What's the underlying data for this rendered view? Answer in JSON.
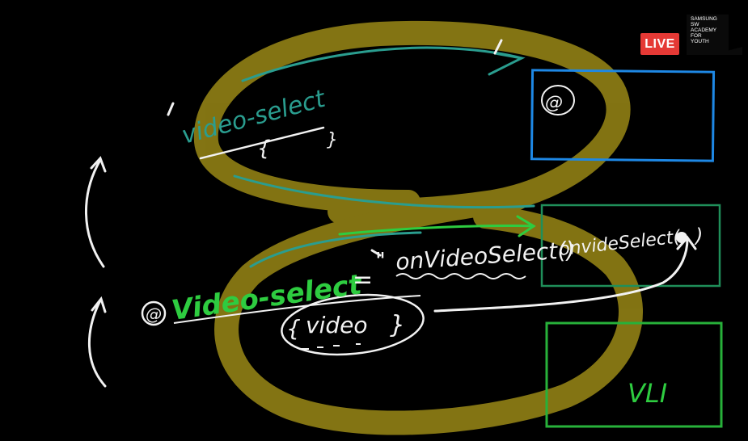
{
  "overlay": {
    "live_label": "LIVE",
    "logo_lines": [
      "SAMSUNG",
      "SW",
      "ACADEMY",
      "FOR",
      "YOUTH"
    ]
  },
  "sketch": {
    "top_label": "video-select",
    "top_brace_open": "{",
    "top_brace_close": "}",
    "top_box_mark": "@",
    "event_at": "@",
    "event_name": "Video-select",
    "equals": "=",
    "quote": "\"",
    "handler_call": "onVideoSelect()",
    "handler_signature": "onvideSelect(",
    "handler_signature_close": ")",
    "payload_open": "{",
    "payload_word": "video",
    "payload_close": "}",
    "bottom_box_label": "VLI"
  },
  "colors": {
    "background": "#000000",
    "highlight_ring": "#8a7a14",
    "cyan_ink": "#2a9d8f",
    "green_ink": "#2ecc40",
    "blue_box": "#1e88e5",
    "white_ink": "#f2f2f2",
    "live_red": "#e53935"
  }
}
